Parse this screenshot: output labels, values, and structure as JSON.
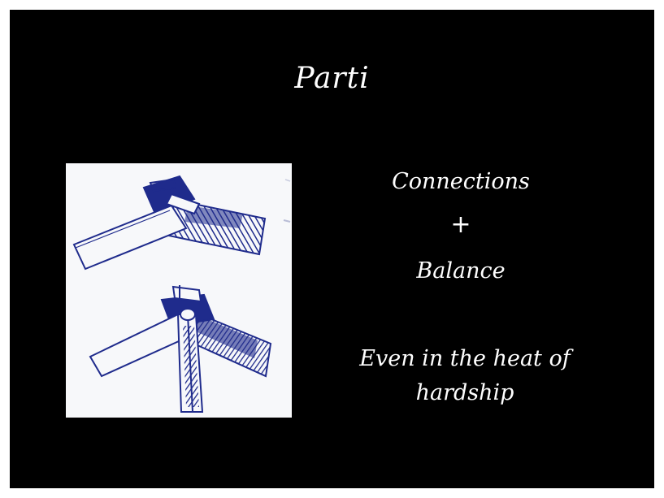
{
  "slide": {
    "title": "Parti",
    "line_connections": "Connections",
    "line_plus": "+",
    "line_balance": "Balance",
    "line_even_1": "Even in the heat of",
    "line_even_2": "hardship"
  },
  "colors": {
    "slide_background": "#000000",
    "text": "#ffffff",
    "sketch_paper": "#f7f8fa",
    "sketch_ink": "#1f2b8c"
  },
  "sketch": {
    "image": "ink-sketch-of-crossed-beams"
  }
}
